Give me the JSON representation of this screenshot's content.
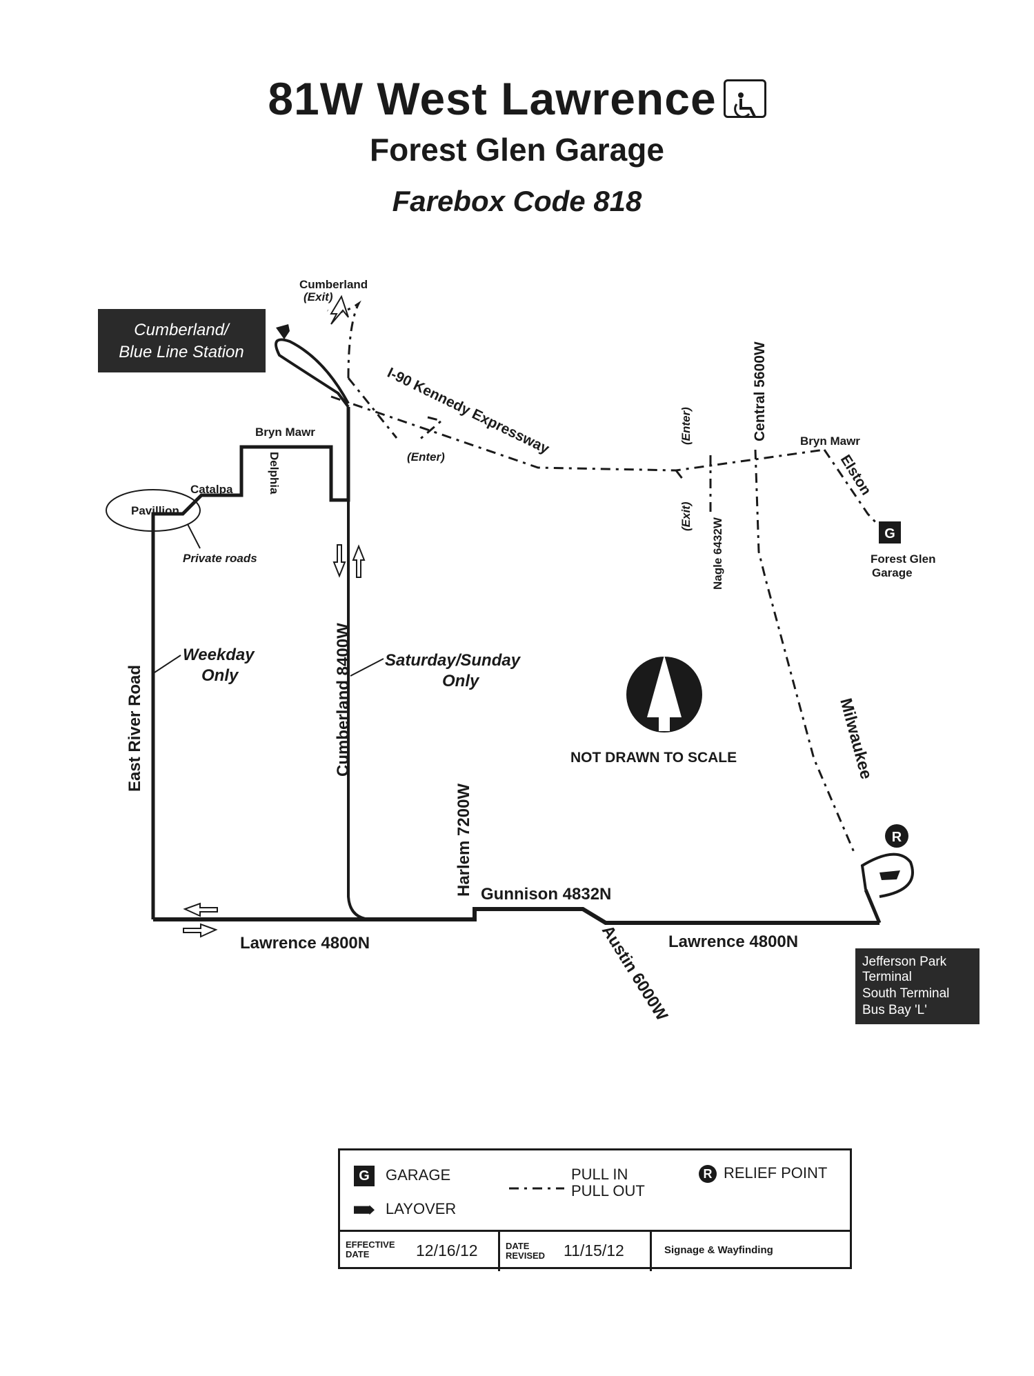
{
  "header": {
    "route_title": "81W West Lawrence",
    "garage_title": "Forest Glen Garage",
    "farebox": "Farebox Code 818",
    "accessible_icon": "wheelchair-icon"
  },
  "map": {
    "stations": {
      "cumberland_line1": "Cumberland/",
      "cumberland_line2": "Blue Line Station",
      "jefferson_line1": "Jefferson Park",
      "jefferson_line2": "Terminal",
      "jefferson_line3": "South Terminal",
      "jefferson_line4": "Bus Bay 'L'"
    },
    "streets": {
      "cumberland_exit_1": "Cumberland",
      "cumberland_exit_2": "(Exit)",
      "i90": "I-90 Kennedy Expressway",
      "enter_1": "(Enter)",
      "enter_2": "(Enter)",
      "exit_2": "(Exit)",
      "bryn_mawr_1": "Bryn Mawr",
      "bryn_mawr_2": "Bryn Mawr",
      "delphia": "Delphia",
      "catalpa": "Catalpa",
      "pavillion": "Pavillion",
      "private_roads": "Private roads",
      "central": "Central 5600W",
      "nagle": "Nagle 6432W",
      "elston": "Elston",
      "forest_glen_1": "Forest Glen",
      "forest_glen_2": "Garage",
      "east_river": "East River Road",
      "cumberland_8400": "Cumberland 8400W",
      "harlem": "Harlem 7200W",
      "gunnison": "Gunnison 4832N",
      "austin": "Austin 6000W",
      "lawrence_1": "Lawrence 4800N",
      "lawrence_2": "Lawrence 4800N",
      "milwaukee": "Milwaukee"
    },
    "notes": {
      "weekday_1": "Weekday",
      "weekday_2": "Only",
      "weekend_1": "Saturday/Sunday",
      "weekend_2": "Only",
      "scale": "NOT DRAWN TO SCALE"
    },
    "symbols": {
      "garage_letter": "G",
      "relief_letter": "R",
      "north_arrow": "north-arrow-icon"
    }
  },
  "legend": {
    "garage": "GARAGE",
    "layover": "LAYOVER",
    "pull_in": "PULL IN",
    "pull_out": "PULL OUT",
    "relief": "RELIEF POINT",
    "garage_letter": "G",
    "relief_letter": "R",
    "effective_label_1": "EFFECTIVE",
    "effective_label_2": "DATE",
    "effective_value": "12/16/12",
    "revised_label_1": "DATE",
    "revised_label_2": "REVISED",
    "revised_value": "11/15/12",
    "dept": "Signage & Wayfinding"
  }
}
